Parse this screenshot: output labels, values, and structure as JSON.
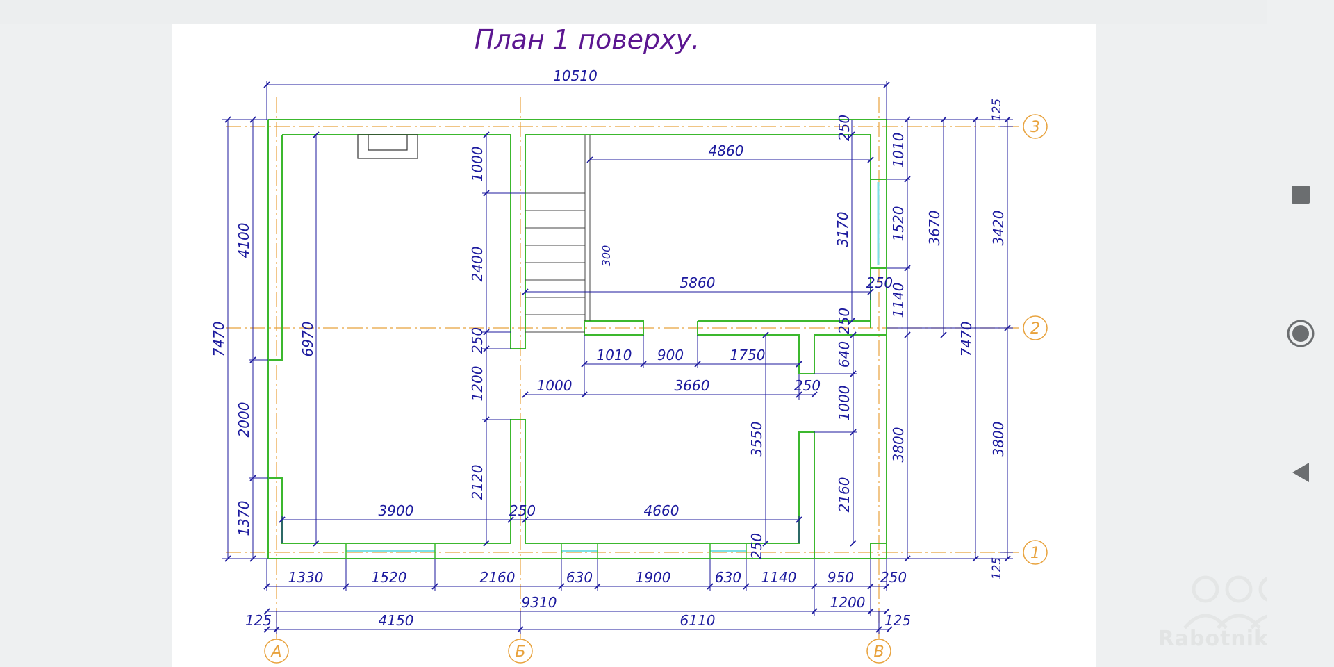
{
  "title": "План 1 поверху.",
  "axes": {
    "A": "А",
    "B": "Б",
    "V": "В",
    "n1": "1",
    "n2": "2",
    "n3": "3"
  },
  "dimensions": {
    "overall_top": "10510",
    "left_outer_total": "7470",
    "left_4100": "4100",
    "left_2000": "2000",
    "left_1370": "1370",
    "room_6970": "6970",
    "stair_1000": "1000",
    "stair_2400": "2400",
    "wall_250_left": "250",
    "door_1200": "1200",
    "room_2120": "2120",
    "upper_4860": "4860",
    "step_300": "300",
    "upper_5860": "5860",
    "right_3170": "3170",
    "right_250_top": "250",
    "right_250_mid": "250",
    "right_250_b": "250",
    "right_1010": "1010",
    "right_1520": "1520",
    "right_1140": "1140",
    "right_3670": "3670",
    "right_3420": "3420",
    "right_7470": "7470",
    "right_3800_inner": "3800",
    "right_3800_outer": "3800",
    "right_125_top": "125",
    "right_125_bottom": "125",
    "mid_1010": "1010",
    "mid_900": "900",
    "mid_1750": "1750",
    "mid_1000": "1000",
    "mid_3660": "3660",
    "mid_250": "250",
    "mid_640": "640",
    "mid_1000b": "1000",
    "mid_2160": "2160",
    "mid_3550": "3550",
    "bottom_3900": "3900",
    "bottom_250": "250",
    "bottom_4660": "4660",
    "bottom_250b": "250",
    "bottom_1330": "1330",
    "bottom_1520": "1520",
    "bottom_2160": "2160",
    "bottom_630a": "630",
    "bottom_1900": "1900",
    "bottom_630b": "630",
    "bottom_1140": "1140",
    "bottom_950": "950",
    "bottom_250c": "250",
    "bottom_9310": "9310",
    "bottom_1200": "1200",
    "bottom_125_left": "125",
    "bottom_4150": "4150",
    "bottom_6110": "6110",
    "bottom_125_right": "125"
  },
  "watermark": "Rabotniki.UA",
  "nav": {
    "recents_icon": "square-icon",
    "home_icon": "circle-icon",
    "back_icon": "triangle-back-icon"
  },
  "colors": {
    "walls": "#3cb82e",
    "dimensions": "#1c1a9e",
    "axes": "#e8a23c",
    "title": "#5b1690",
    "glass": "#7fe0e6"
  }
}
